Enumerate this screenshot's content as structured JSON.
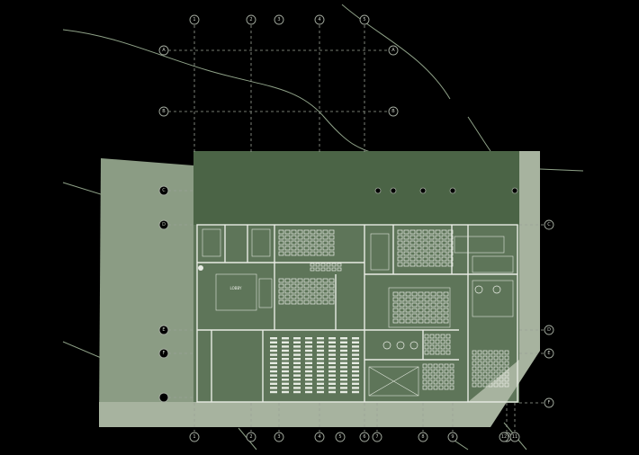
{
  "drawing": {
    "colors": {
      "background": "#000000",
      "site_pale": "#8b9c84",
      "roof_dark": "#4b6446",
      "floor_mid": "#5e7559",
      "ground_light": "#a7b39f",
      "lines": "#e8ece4",
      "grid": "#9aa296"
    },
    "top_grid_bubbles": [
      "1",
      "2",
      "3",
      "4",
      "5"
    ],
    "bottom_grid_bubbles": [
      "1",
      "2",
      "3",
      "4",
      "5",
      "6",
      "7",
      "8",
      "9",
      "10",
      "11",
      "12"
    ],
    "left_grid_bubbles": [
      "A",
      "B",
      "C",
      "D",
      "E",
      "F"
    ],
    "right_grid_bubbles": [
      "A",
      "B",
      "C",
      "D",
      "E",
      "F"
    ],
    "room_label": "LOBBY"
  }
}
